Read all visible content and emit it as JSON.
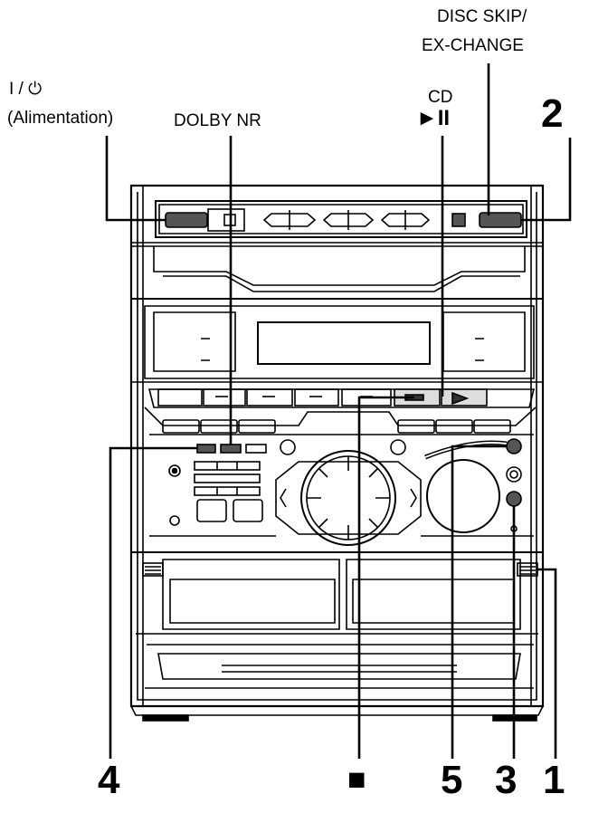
{
  "labels": {
    "power_symbol": "I / ⏻",
    "power_text": "(Alimentation)",
    "dolby": "DOLBY NR",
    "cd": "CD",
    "cd_play_pause": "►II",
    "disc_skip_line1": "DISC SKIP/",
    "disc_skip_line2": "EX-CHANGE",
    "stop": "■"
  },
  "callouts": {
    "c1": "1",
    "c2": "2",
    "c3": "3",
    "c4": "4",
    "c5": "5"
  }
}
